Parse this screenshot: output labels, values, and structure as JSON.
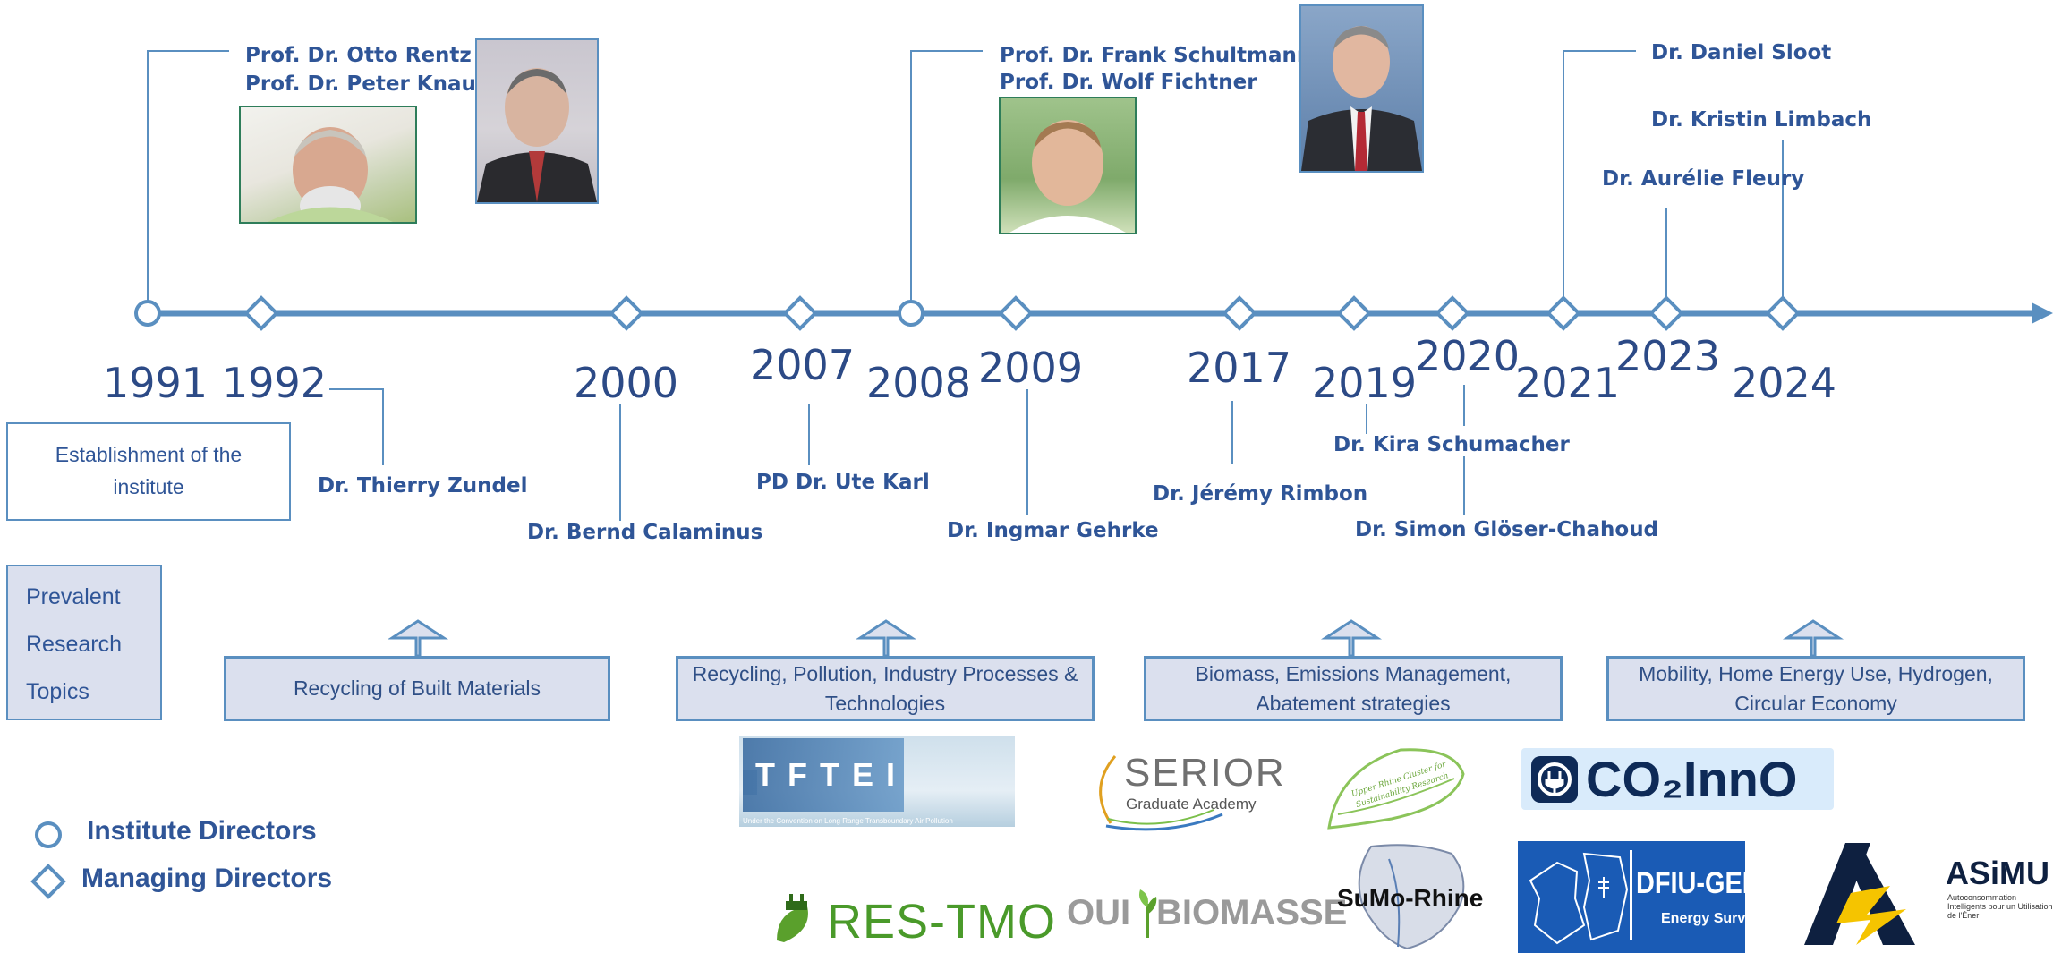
{
  "timeline": {
    "years": [
      "1991",
      "1992",
      "2000",
      "2007",
      "2008",
      "2009",
      "2017",
      "2019",
      "2020",
      "2021",
      "2023",
      "2024"
    ],
    "line_color": "#5a8fc0"
  },
  "people": {
    "institute_directors_1991": [
      "Prof. Dr. Otto Rentz",
      "Prof. Dr. Peter Knauth"
    ],
    "institute_directors_2008": [
      "Prof. Dr. Frank Schultmann",
      "Prof. Dr. Wolf Fichtner"
    ],
    "daniel_sloot": "Dr. Daniel Sloot",
    "kristin_limbach": "Dr. Kristin Limbach",
    "aurelie_fleury": "Dr. Aurélie Fleury",
    "thierry_zundel": "Dr. Thierry Zundel",
    "bernd_calaminus": "Dr. Bernd Calaminus",
    "ute_karl": "PD Dr. Ute Karl",
    "ingmar_gehrke": "Dr. Ingmar Gehrke",
    "jeremy_rimbon": "Dr. Jérémy Rimbon",
    "kira_schumacher": "Dr. Kira Schumacher",
    "simon_gloeser": "Dr. Simon Glöser-Chahoud"
  },
  "establishment": "Establishment of the institute",
  "topics": {
    "heading": "Prevalent Research Topics",
    "items": [
      "Recycling of Built Materials",
      "Recycling, Pollution, Industry Processes & Technologies",
      "Biomass, Emissions Management, Abatement strategies",
      "Mobility, Home Energy Use, Hydrogen, Circular Economy"
    ]
  },
  "legend": {
    "institute": "Institute Directors",
    "managing": "Managing Directors"
  },
  "logos": {
    "tftei": "TFTEI",
    "tftei_sub": "Under the Convention on Long Range Transboundary Air Pollution",
    "serior": "SERIOR",
    "serior_sub": "Graduate Academy",
    "upper_rhine": "Upper Rhine Cluster for Sustainability Research",
    "co2inno": "CO₂InnO",
    "restmo": "RES-TMO",
    "oui_left": "OUI",
    "oui_right": "BIOMASSE",
    "sumo": "SuMo-Rhine",
    "dfiu_title": "DFIU-GEM",
    "dfiu_sub": "Energy Survey",
    "asimut": "ASiMU",
    "asimut_sub": "Autoconsommation Intelligents pour un Utilisation de l'Éner"
  }
}
